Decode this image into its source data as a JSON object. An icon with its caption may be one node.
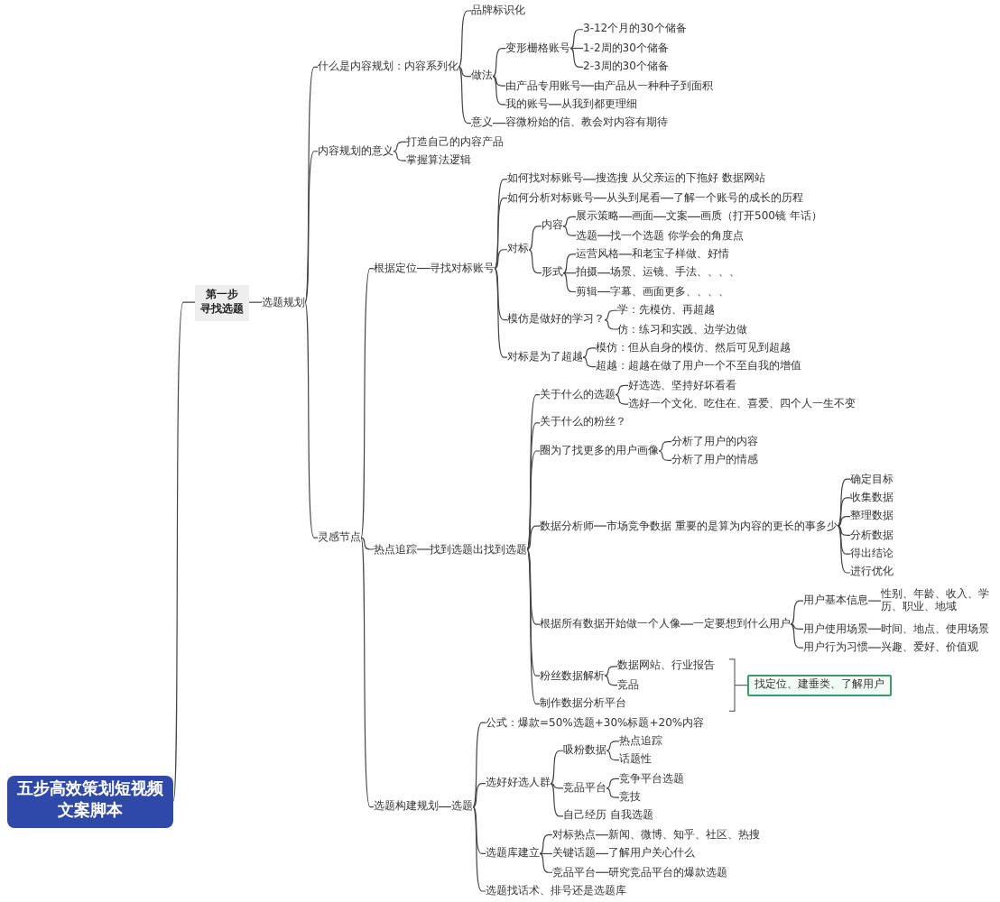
{
  "diagram": {
    "nodes": [
      {
        "text": [
          "五步高效策划短视频文案脚本"
        ]
      },
      {
        "text": [
          "第一步",
          "寻找选题"
        ]
      },
      {
        "text": [
          "选题规划"
        ]
      },
      {
        "text": [
          "什么是内容规划：内容系列化"
        ]
      },
      {
        "text": [
          "品牌标识化"
        ]
      },
      {
        "text": [
          "做法"
        ]
      },
      {
        "text": [
          "变形栅格账号"
        ]
      },
      {
        "text": [
          "3-12个月的30个储备"
        ]
      },
      {
        "text": [
          "1-2周的30个储备"
        ]
      },
      {
        "text": [
          "2-3周的30个储备"
        ]
      },
      {
        "text": [
          "由产品专用账号"
        ]
      },
      {
        "text": [
          "由产品从一种种子到面积"
        ]
      },
      {
        "text": [
          "我的账号"
        ]
      },
      {
        "text": [
          "从我到都更理细"
        ]
      },
      {
        "text": [
          "意义"
        ]
      },
      {
        "text": [
          "容微粉始的信、教会对内容有期待"
        ]
      },
      {
        "text": [
          "内容规划的意义"
        ]
      },
      {
        "text": [
          "打造自己的内容产品"
        ]
      },
      {
        "text": [
          "掌握算法逻辑"
        ]
      },
      {
        "text": [
          "灵感节点"
        ]
      },
      {
        "text": [
          "根据定位"
        ]
      },
      {
        "text": [
          "寻找对标账号"
        ]
      },
      {
        "text": [
          "如何找对标账号"
        ]
      },
      {
        "text": [
          "搜选搜 从父亲运的下拖好 数据网站"
        ]
      },
      {
        "text": [
          "如何分析对标账号"
        ]
      },
      {
        "text": [
          "从头到尾看"
        ]
      },
      {
        "text": [
          "了解一个账号的成长的历程"
        ]
      },
      {
        "text": [
          "对标"
        ]
      },
      {
        "text": [
          "内容"
        ]
      },
      {
        "text": [
          "展示策略"
        ]
      },
      {
        "text": [
          "画面"
        ]
      },
      {
        "text": [
          "文案"
        ]
      },
      {
        "text": [
          "画质（打开500镜 年话）"
        ]
      },
      {
        "text": [
          "选题"
        ]
      },
      {
        "text": [
          "找一个选题 你学会的角度点"
        ]
      },
      {
        "text": [
          "形式"
        ]
      },
      {
        "text": [
          "运营风格"
        ]
      },
      {
        "text": [
          "和老宝子样做、好情"
        ]
      },
      {
        "text": [
          "拍摄"
        ]
      },
      {
        "text": [
          "场景、运镜、手法、、、、"
        ]
      },
      {
        "text": [
          "剪辑"
        ]
      },
      {
        "text": [
          "字幕、画面更多、、、、"
        ]
      },
      {
        "text": [
          "模仿是做好的学习？"
        ]
      },
      {
        "text": [
          "学：先模仿、再超越"
        ]
      },
      {
        "text": [
          "仿：练习和实践、边学边做"
        ]
      },
      {
        "text": [
          "对标是为了超越"
        ]
      },
      {
        "text": [
          "模仿：但从自身的模仿、然后可见到超越"
        ]
      },
      {
        "text": [
          "超越：超越在做了用户一个不至自我的增值"
        ]
      },
      {
        "text": [
          "热点追踪"
        ]
      },
      {
        "text": [
          "找到选题出找到选题"
        ]
      },
      {
        "text": [
          "关于什么的选题"
        ]
      },
      {
        "text": [
          "好选选、坚持好坏看看"
        ]
      },
      {
        "text": [
          "选好一个文化、吃住在、喜爱、四个人一生不变"
        ]
      },
      {
        "text": [
          "关于什么的粉丝？"
        ]
      },
      {
        "text": [
          "圈为了找更多的用户画像"
        ]
      },
      {
        "text": [
          "分析了用户的内容"
        ]
      },
      {
        "text": [
          "分析了用户的情感"
        ]
      },
      {
        "text": [
          "数据分析师"
        ]
      },
      {
        "text": [
          "市场竞争数据 重要的是算为内容的更长的事多少"
        ]
      },
      {
        "text": [
          "确定目标"
        ]
      },
      {
        "text": [
          "收集数据"
        ]
      },
      {
        "text": [
          "整理数据"
        ]
      },
      {
        "text": [
          "分析数据"
        ]
      },
      {
        "text": [
          "得出结论"
        ]
      },
      {
        "text": [
          "进行优化"
        ]
      },
      {
        "text": [
          "根据所有数据开始做一个人像"
        ]
      },
      {
        "text": [
          "一定要想到什么用户"
        ]
      },
      {
        "text": [
          "用户基本信息"
        ]
      },
      {
        "text": [
          "性别、年龄、收入、学历、职业、地域"
        ]
      },
      {
        "text": [
          "用户使用场景"
        ]
      },
      {
        "text": [
          "时间、地点、使用场景"
        ]
      },
      {
        "text": [
          "用户行为习惯"
        ]
      },
      {
        "text": [
          "兴趣、爱好、价值观"
        ]
      },
      {
        "text": [
          "粉丝数据解析"
        ]
      },
      {
        "text": [
          "数据网站、行业报告"
        ]
      },
      {
        "text": [
          "竞品"
        ]
      },
      {
        "text": [
          "制作数据分析平台"
        ]
      },
      {
        "text": [
          "找定位、建垂类、了解用户"
        ]
      },
      {
        "text": [
          "选题构建规划"
        ]
      },
      {
        "text": [
          "选题"
        ]
      },
      {
        "text": [
          "公式：爆款=50%选题+30%标题+20%内容"
        ]
      },
      {
        "text": [
          "选好好选人群"
        ]
      },
      {
        "text": [
          "吸粉数据"
        ]
      },
      {
        "text": [
          "热点追踪"
        ]
      },
      {
        "text": [
          "话题性"
        ]
      },
      {
        "text": [
          "竞品平台"
        ]
      },
      {
        "text": [
          "竞争平台选题"
        ]
      },
      {
        "text": [
          "竞技"
        ]
      },
      {
        "text": [
          "自己经历 自我选题"
        ]
      },
      {
        "text": [
          "选题库建立"
        ]
      },
      {
        "text": [
          "对标热点"
        ]
      },
      {
        "text": [
          "新闻、微博、知乎、社区、热搜"
        ]
      },
      {
        "text": [
          "关键话题"
        ]
      },
      {
        "text": [
          "了解用户关心什么"
        ]
      },
      {
        "text": [
          "竞品平台"
        ]
      },
      {
        "text": [
          "研究竞品平台的爆款选题"
        ]
      },
      {
        "text": [
          "选题找话术、排号还是选题库"
        ]
      }
    ],
    "edges": [
      {
        "from": 0,
        "to": 1,
        "arrow": "none"
      },
      {
        "from": 1,
        "to": 2,
        "arrow": "none"
      },
      {
        "from": 2,
        "to": 3,
        "arrow": "none"
      },
      {
        "from": 2,
        "to": 16,
        "arrow": "none"
      },
      {
        "from": 2,
        "to": 19,
        "arrow": "none"
      },
      {
        "from": 3,
        "to": 4,
        "arrow": "none"
      },
      {
        "from": 3,
        "to": 5,
        "arrow": "none"
      },
      {
        "from": 3,
        "to": 14,
        "arrow": "none"
      },
      {
        "from": 5,
        "to": 6,
        "arrow": "none"
      },
      {
        "from": 5,
        "to": 10,
        "arrow": "none"
      },
      {
        "from": 5,
        "to": 12,
        "arrow": "none"
      },
      {
        "from": 6,
        "to": 7,
        "arrow": "none"
      },
      {
        "from": 6,
        "to": 8,
        "arrow": "none"
      },
      {
        "from": 6,
        "to": 9,
        "arrow": "none"
      },
      {
        "from": 10,
        "to": 11,
        "arrow": "none"
      },
      {
        "from": 12,
        "to": 13,
        "arrow": "none"
      },
      {
        "from": 14,
        "to": 15,
        "arrow": "none"
      },
      {
        "from": 16,
        "to": 17,
        "arrow": "none"
      },
      {
        "from": 16,
        "to": 18,
        "arrow": "none"
      },
      {
        "from": 19,
        "to": 20,
        "arrow": "none"
      },
      {
        "from": 19,
        "to": 48,
        "arrow": "none"
      },
      {
        "from": 19,
        "to": 78,
        "arrow": "none"
      },
      {
        "from": 20,
        "to": 21,
        "arrow": "none"
      },
      {
        "from": 21,
        "to": 22,
        "arrow": "none"
      },
      {
        "from": 21,
        "to": 24,
        "arrow": "none"
      },
      {
        "from": 21,
        "to": 27,
        "arrow": "none"
      },
      {
        "from": 21,
        "to": 42,
        "arrow": "none"
      },
      {
        "from": 21,
        "to": 45,
        "arrow": "none"
      },
      {
        "from": 22,
        "to": 23,
        "arrow": "none"
      },
      {
        "from": 24,
        "to": 25,
        "arrow": "none"
      },
      {
        "from": 25,
        "to": 26,
        "arrow": "none"
      },
      {
        "from": 27,
        "to": 28,
        "arrow": "none"
      },
      {
        "from": 27,
        "to": 35,
        "arrow": "none"
      },
      {
        "from": 28,
        "to": 29,
        "arrow": "none"
      },
      {
        "from": 28,
        "to": 33,
        "arrow": "none"
      },
      {
        "from": 29,
        "to": 30,
        "arrow": "none"
      },
      {
        "from": 30,
        "to": 31,
        "arrow": "none"
      },
      {
        "from": 31,
        "to": 32,
        "arrow": "none"
      },
      {
        "from": 33,
        "to": 34,
        "arrow": "none"
      },
      {
        "from": 35,
        "to": 36,
        "arrow": "none"
      },
      {
        "from": 35,
        "to": 38,
        "arrow": "none"
      },
      {
        "from": 35,
        "to": 40,
        "arrow": "none"
      },
      {
        "from": 36,
        "to": 37,
        "arrow": "none"
      },
      {
        "from": 38,
        "to": 39,
        "arrow": "none"
      },
      {
        "from": 40,
        "to": 41,
        "arrow": "none"
      },
      {
        "from": 42,
        "to": 43,
        "arrow": "none"
      },
      {
        "from": 42,
        "to": 44,
        "arrow": "none"
      },
      {
        "from": 45,
        "to": 46,
        "arrow": "none"
      },
      {
        "from": 45,
        "to": 47,
        "arrow": "none"
      },
      {
        "from": 48,
        "to": 49,
        "arrow": "none"
      },
      {
        "from": 49,
        "to": 50,
        "arrow": "none"
      },
      {
        "from": 49,
        "to": 53,
        "arrow": "none"
      },
      {
        "from": 49,
        "to": 54,
        "arrow": "none"
      },
      {
        "from": 49,
        "to": 57,
        "arrow": "none"
      },
      {
        "from": 49,
        "to": 65,
        "arrow": "none"
      },
      {
        "from": 49,
        "to": 73,
        "arrow": "none"
      },
      {
        "from": 49,
        "to": 76,
        "arrow": "none"
      },
      {
        "from": 50,
        "to": 51,
        "arrow": "none"
      },
      {
        "from": 50,
        "to": 52,
        "arrow": "none"
      },
      {
        "from": 54,
        "to": 55,
        "arrow": "none"
      },
      {
        "from": 54,
        "to": 56,
        "arrow": "none"
      },
      {
        "from": 57,
        "to": 58,
        "arrow": "none"
      },
      {
        "from": 58,
        "to": 59,
        "arrow": "none"
      },
      {
        "from": 58,
        "to": 60,
        "arrow": "none"
      },
      {
        "from": 58,
        "to": 61,
        "arrow": "none"
      },
      {
        "from": 58,
        "to": 62,
        "arrow": "none"
      },
      {
        "from": 58,
        "to": 63,
        "arrow": "none"
      },
      {
        "from": 58,
        "to": 64,
        "arrow": "none"
      },
      {
        "from": 65,
        "to": 66,
        "arrow": "none"
      },
      {
        "from": 66,
        "to": 67,
        "arrow": "none"
      },
      {
        "from": 66,
        "to": 69,
        "arrow": "none"
      },
      {
        "from": 66,
        "to": 71,
        "arrow": "none"
      },
      {
        "from": 67,
        "to": 68,
        "arrow": "none"
      },
      {
        "from": 69,
        "to": 70,
        "arrow": "none"
      },
      {
        "from": 71,
        "to": 72,
        "arrow": "none"
      },
      {
        "from": 73,
        "to": 74,
        "arrow": "none"
      },
      {
        "from": 73,
        "to": 75,
        "arrow": "none"
      },
      {
        "from": 78,
        "to": 79,
        "arrow": "none"
      },
      {
        "from": 79,
        "to": 80,
        "arrow": "none"
      },
      {
        "from": 79,
        "to": 81,
        "arrow": "none"
      },
      {
        "from": 79,
        "to": 89,
        "arrow": "none"
      },
      {
        "from": 79,
        "to": 96,
        "arrow": "none"
      },
      {
        "from": 81,
        "to": 82,
        "arrow": "none"
      },
      {
        "from": 81,
        "to": 85,
        "arrow": "none"
      },
      {
        "from": 81,
        "to": 88,
        "arrow": "none"
      },
      {
        "from": 82,
        "to": 83,
        "arrow": "none"
      },
      {
        "from": 82,
        "to": 84,
        "arrow": "none"
      },
      {
        "from": 85,
        "to": 86,
        "arrow": "none"
      },
      {
        "from": 85,
        "to": 87,
        "arrow": "none"
      },
      {
        "from": 89,
        "to": 90,
        "arrow": "none"
      },
      {
        "from": 89,
        "to": 92,
        "arrow": "none"
      },
      {
        "from": 89,
        "to": 94,
        "arrow": "none"
      },
      {
        "from": 90,
        "to": 91,
        "arrow": "none"
      },
      {
        "from": 92,
        "to": 93,
        "arrow": "none"
      },
      {
        "from": 94,
        "to": 95,
        "arrow": "none"
      }
    ]
  }
}
